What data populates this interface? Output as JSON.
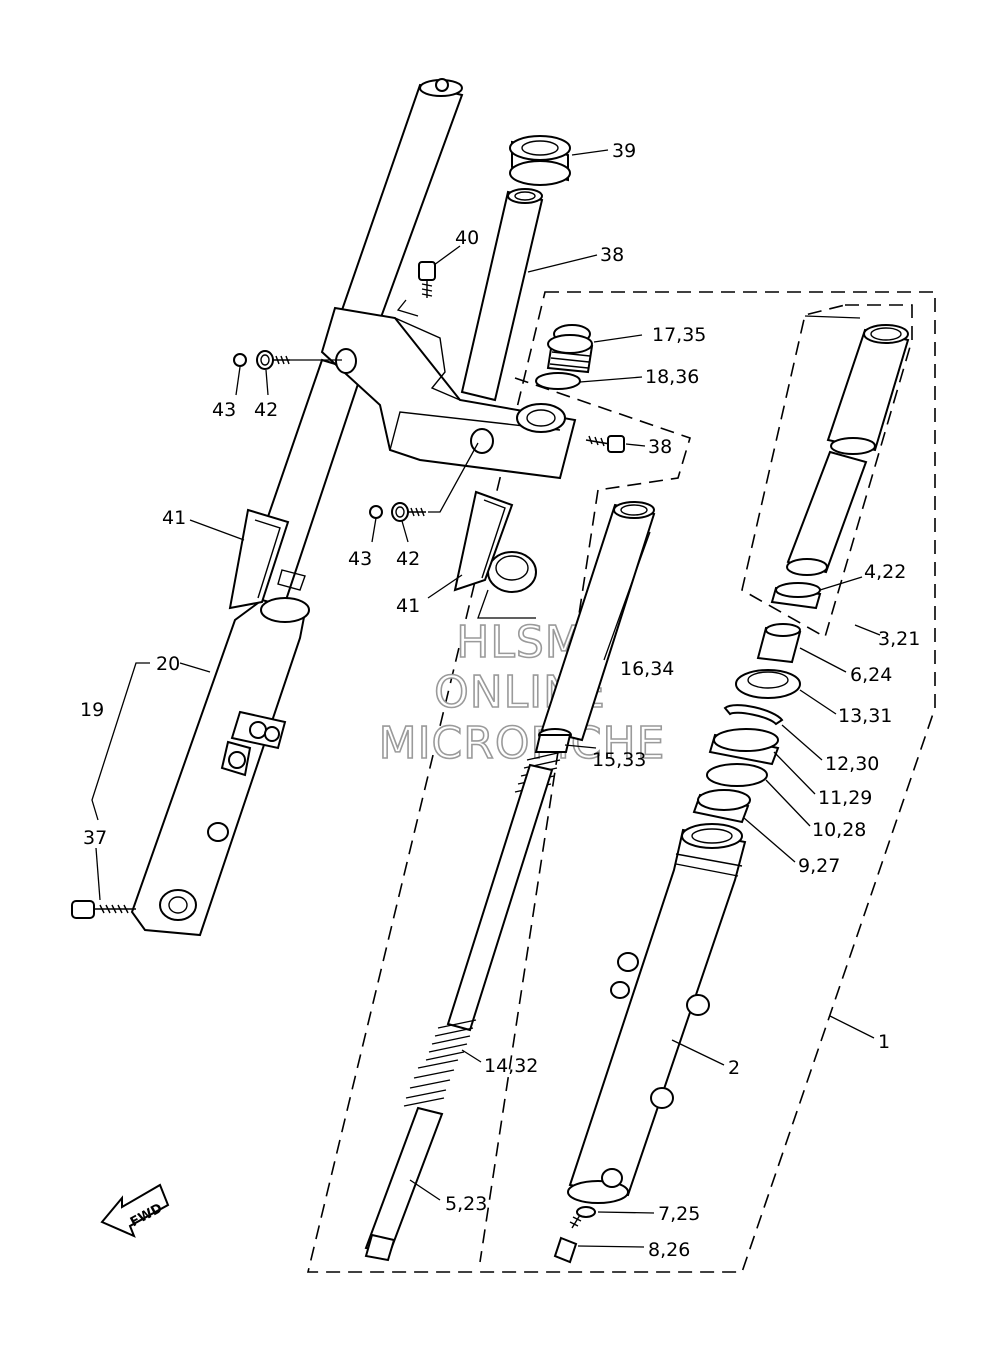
{
  "diagram": {
    "labels": {
      "l1": "1",
      "l2": "2",
      "l3_21": "3,21",
      "l4_22": "4,22",
      "l5_23": "5,23",
      "l6_24": "6,24",
      "l7_25": "7,25",
      "l8_26": "8,26",
      "l9_27": "9,27",
      "l10_28": "10,28",
      "l11_29": "11,29",
      "l12_30": "12,30",
      "l13_31": "13,31",
      "l14_32": "14,32",
      "l15_33": "15,33",
      "l16_34": "16,34",
      "l17_35": "17,35",
      "l18_36": "18,36",
      "l19": "19",
      "l20": "20",
      "l37": "37",
      "l38_a": "38",
      "l38_b": "38",
      "l39": "39",
      "l40": "40",
      "l41_a": "41",
      "l41_b": "41",
      "l42_a": "42",
      "l42_b": "42",
      "l43_a": "43",
      "l43_b": "43"
    },
    "watermark": {
      "line1": "HLSM",
      "line2": "ONLINE",
      "line3": "MICROFICHE"
    },
    "direction_tag": "FWD"
  }
}
